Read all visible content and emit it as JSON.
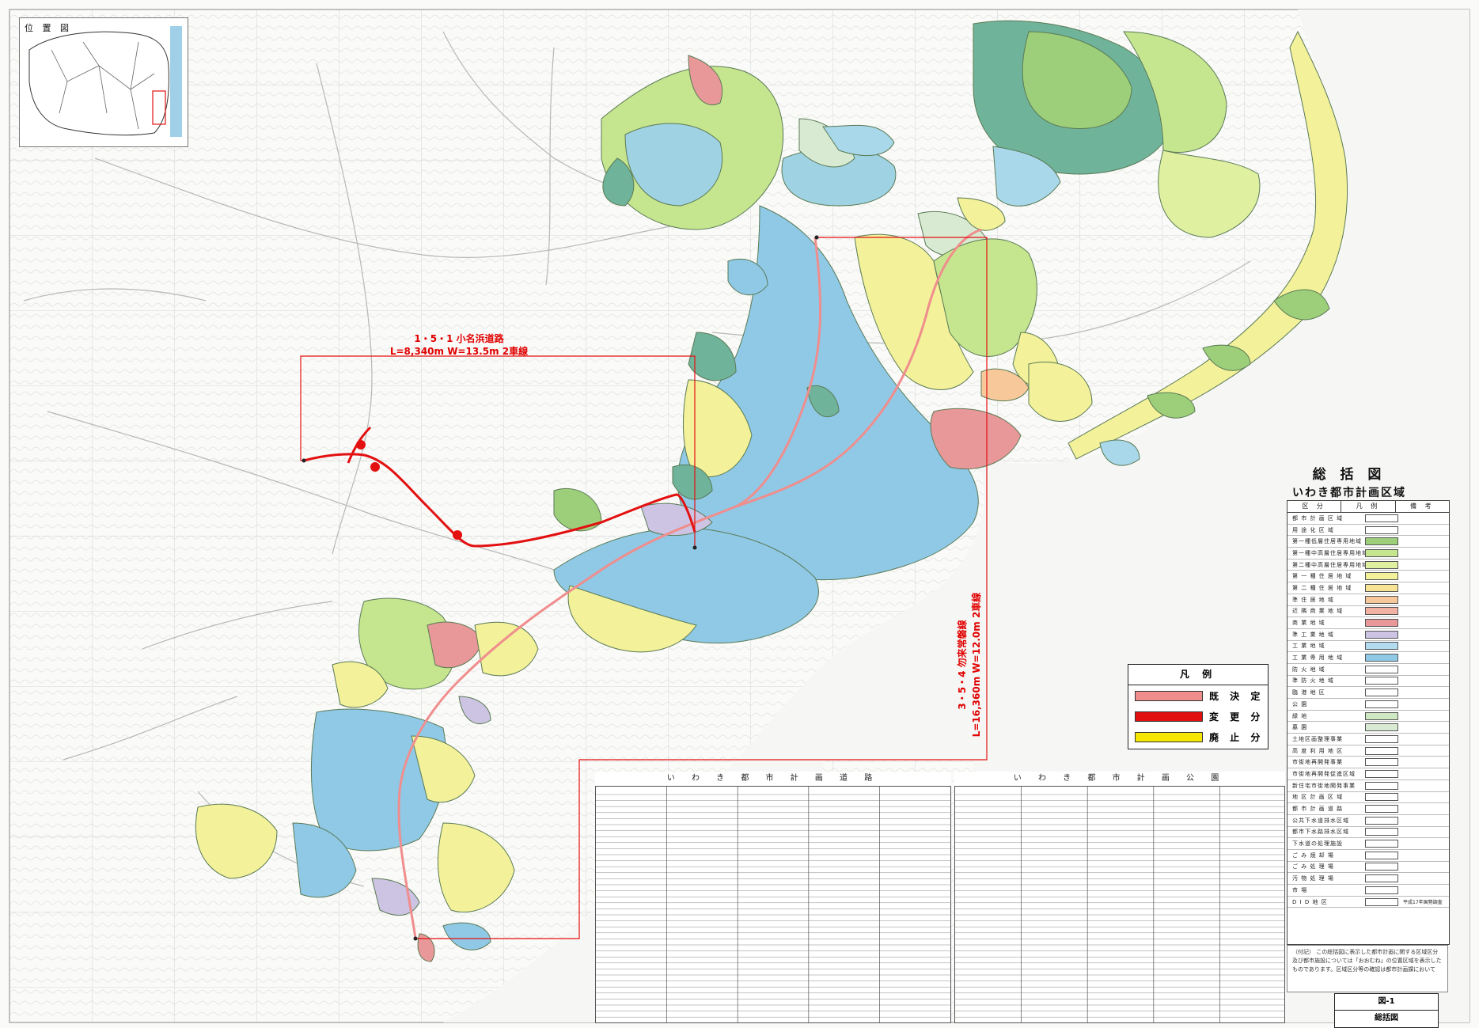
{
  "overview_map": {
    "caption": "位 置 図"
  },
  "title": {
    "main": "総 括 図",
    "sub": "いわき都市計画区域"
  },
  "annotations": {
    "road_1": {
      "name": "1・5・1 小名浜道路",
      "spec": "L=8,340m W=13.5m 2車線"
    },
    "road_2": {
      "name": "3・5・4 勿来常磐線",
      "spec": "L=16,360m W=12.0m 2車線"
    }
  },
  "legend": {
    "title": "凡 例",
    "items": [
      {
        "label": "既 決 定",
        "color": "#f08d8d"
      },
      {
        "label": "変 更 分",
        "color": "#e31010"
      },
      {
        "label": "廃 止 分",
        "color": "#f5e600"
      }
    ]
  },
  "zone_legend": {
    "headers": [
      "区 分",
      "凡 例",
      "備 考"
    ],
    "rows": [
      {
        "label": "都 市 計 画 区 域",
        "color": "#ffffff",
        "note": ""
      },
      {
        "label": "用 途 化 区 域",
        "color": "#ffffff",
        "note": ""
      },
      {
        "label": "第一種低層住居専用地域",
        "color": "#9dcf7a",
        "note": ""
      },
      {
        "label": "第一種中高層住居専用地域",
        "color": "#c6e58f",
        "note": ""
      },
      {
        "label": "第二種中高層住居専用地域",
        "color": "#dff0a0",
        "note": ""
      },
      {
        "label": "第 一 種 住 居 地 域",
        "color": "#f3f19a",
        "note": ""
      },
      {
        "label": "第 二 種 住 居 地 域",
        "color": "#f7e394",
        "note": ""
      },
      {
        "label": "準 住 居 地 域",
        "color": "#f7c99a",
        "note": ""
      },
      {
        "label": "近 隣 商 業 地 域",
        "color": "#f4b3a2",
        "note": ""
      },
      {
        "label": "商 業 地 域",
        "color": "#e89898",
        "note": ""
      },
      {
        "label": "準 工 業 地 域",
        "color": "#cdc3e3",
        "note": ""
      },
      {
        "label": "工 業 地 域",
        "color": "#b3dbef",
        "note": ""
      },
      {
        "label": "工 業 専 用 地 域",
        "color": "#8fc9e6",
        "note": ""
      },
      {
        "label": "防 火 地 域",
        "color": "#ffffff",
        "note": ""
      },
      {
        "label": "準 防 火 地 域",
        "color": "#ffffff",
        "note": ""
      },
      {
        "label": "臨 港 地 区",
        "color": "#ffffff",
        "note": ""
      },
      {
        "label": "公 園",
        "color": "#ffffff",
        "note": ""
      },
      {
        "label": "緑 地",
        "color": "#cfe8c4",
        "note": ""
      },
      {
        "label": "墓 園",
        "color": "#d8ead2",
        "note": ""
      },
      {
        "label": "土地区画整理事業",
        "color": "#ffffff",
        "note": ""
      },
      {
        "label": "高 度 利 用 地 区",
        "color": "#ffffff",
        "note": ""
      },
      {
        "label": "市街地再開発事業",
        "color": "#ffffff",
        "note": ""
      },
      {
        "label": "市街地再開発促進区域",
        "color": "#ffffff",
        "note": ""
      },
      {
        "label": "新住宅市街地開発事業",
        "color": "#ffffff",
        "note": ""
      },
      {
        "label": "地 区 計 画 区 域",
        "color": "#ffffff",
        "note": ""
      },
      {
        "label": "都 市 計 画 道 路",
        "color": "#ffffff",
        "note": ""
      },
      {
        "label": "公共下水道排水区域",
        "color": "#ffffff",
        "note": ""
      },
      {
        "label": "都市下水路排水区域",
        "color": "#ffffff",
        "note": ""
      },
      {
        "label": "下水道の処理施設",
        "color": "#ffffff",
        "note": ""
      },
      {
        "label": "ご み 焼 却 場",
        "color": "#ffffff",
        "note": ""
      },
      {
        "label": "ご み 処 理 場",
        "color": "#ffffff",
        "note": ""
      },
      {
        "label": "汚 物 処 理 場",
        "color": "#ffffff",
        "note": ""
      },
      {
        "label": "市 場",
        "color": "#ffffff",
        "note": ""
      },
      {
        "label": "D I D 地 区",
        "color": "#ffffff",
        "note": "平成17年国勢調査"
      }
    ]
  },
  "tables": {
    "roads_title": "い わ き 都 市 計 画 道 路",
    "parks_title": "い わ き 都 市 計 画 公 園"
  },
  "note": "（付記） この総括図に表示した都市計画に関する区域区分及び都市施設については「おおむね」の位置区域を表示したものであります。区域区分等の確認は都市計画課において",
  "figure": {
    "number": "図-1",
    "name": "総括図"
  }
}
